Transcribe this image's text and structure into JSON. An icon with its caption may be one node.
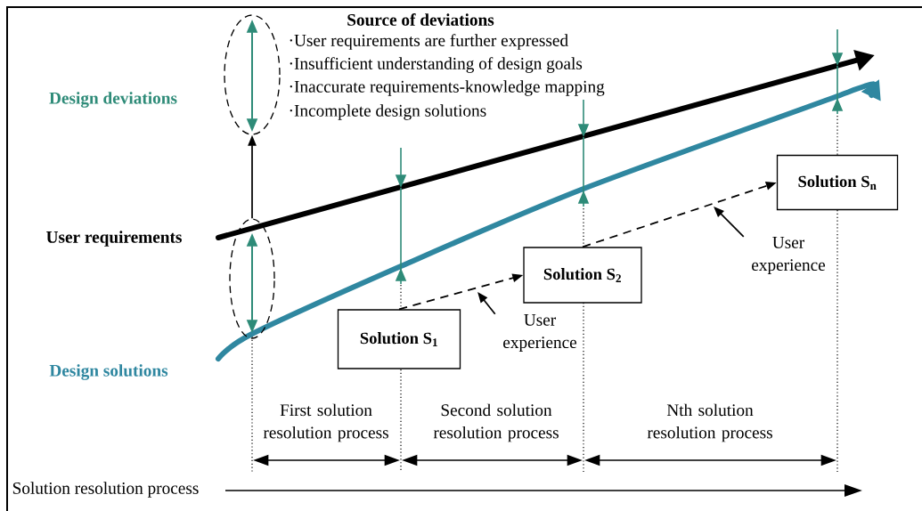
{
  "diagram": {
    "nodes": [
      {
        "text": [],
        "shape": "ellipse"
      },
      {
        "text": [],
        "shape": "ellipse"
      },
      {
        "text": [
          "Solution S$_{1}$"
        ]
      },
      {
        "text": [
          "Solution S$_{2}$"
        ]
      },
      {
        "text": [
          "Solution S$_{n}$"
        ]
      },
      {
        "text": [
          "User experience"
        ]
      },
      {
        "text": [
          "User experience"
        ]
      }
    ],
    "edges": [
      {
        "from": 1,
        "to": 0,
        "arrow": "to"
      },
      {
        "from": 2,
        "to": 3,
        "arrow": "to",
        "style": "dashed"
      },
      {
        "from": 3,
        "to": 4,
        "arrow": "to",
        "style": "dashed"
      },
      {
        "from": 5,
        "to": null,
        "arrow": "to"
      },
      {
        "from": 6,
        "to": null,
        "arrow": "to"
      }
    ],
    "labels": [
      "Source of deviations",
      "·User requirements are further expressed",
      "·Insufficient understanding of design goals",
      "·Inaccurate requirements-knowledge mapping",
      "·Incomplete design solutions",
      "Design deviations",
      "User requirements",
      "Design solutions",
      "First solution resolution process",
      "Second solution resolution process",
      "Nth solution resolution process",
      "Solution resolution process"
    ]
  }
}
